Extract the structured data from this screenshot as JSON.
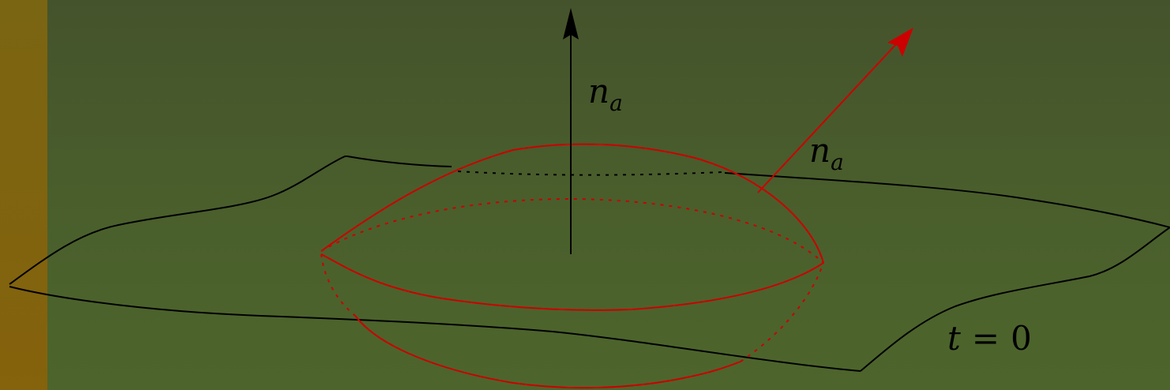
{
  "colors": {
    "background_top": "#45532c",
    "background_bottom": "#4d652c",
    "side_strip": "#85620c",
    "surface_line": "#000000",
    "region": "#cc0000",
    "normal_arrow_black": "#000000",
    "normal_arrow_red": "#cc0000"
  },
  "labels": {
    "vertical_normal": {
      "base": "n",
      "sub": "a"
    },
    "tilted_normal": {
      "base": "n",
      "sub": "a"
    },
    "surface_equation": {
      "lhs": "t",
      "op": "=",
      "rhs": "0"
    }
  }
}
